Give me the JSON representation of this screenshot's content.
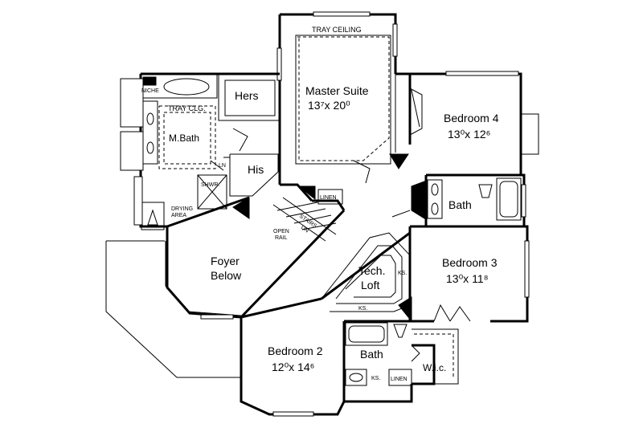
{
  "rooms": {
    "master_suite": {
      "name": "Master Suite",
      "dims": "13⁷x 20⁰"
    },
    "tray_ceiling": "TRAY CEILING",
    "bedroom4": {
      "name": "Bedroom 4",
      "dims": "13⁰x 12⁶"
    },
    "bedroom3": {
      "name": "Bedroom 3",
      "dims": "13⁰x 11⁸"
    },
    "bedroom2": {
      "name": "Bedroom 2",
      "dims": "12⁰x 14⁶"
    },
    "foyer": {
      "line1": "Foyer",
      "line2": "Below"
    },
    "tech_loft": {
      "line1": "Tech.",
      "line2": "Loft"
    },
    "mbath": "M.Bath",
    "tray_clg": "TRAY CLG.",
    "niche": "NICHE",
    "hers": "Hers",
    "his": "His",
    "ln": "LN",
    "shwr": "SHWR.",
    "drying_area": {
      "line1": "DRYING",
      "line2": "AREA"
    },
    "linen_top": "LINEN",
    "stairs": "STAIRS",
    "dn": "DN",
    "open_rail": {
      "line1": "OPEN",
      "line2": "RAIL"
    },
    "bath_right": "Bath",
    "bath_lower": "Bath",
    "ks_loft_right": "KS.",
    "ks_loft_bottom": "KS.",
    "ks_bath": "KS.",
    "linen_bottom": "LINEN",
    "wic": "W.i.c."
  }
}
